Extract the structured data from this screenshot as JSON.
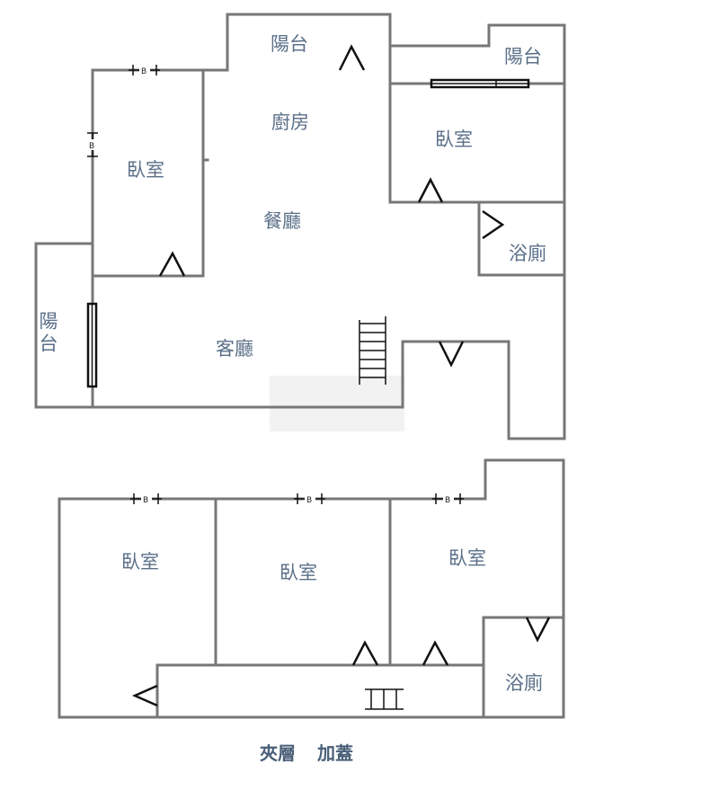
{
  "upper_floor": {
    "rooms": {
      "balcony_top": "陽台",
      "balcony_top_right": "陽台",
      "balcony_left": "陽台",
      "kitchen": "廚房",
      "dining": "餐廳",
      "living": "客廳",
      "bedroom_left": "臥室",
      "bedroom_right": "臥室",
      "bathroom": "浴廁"
    },
    "markers": [
      "B",
      "B"
    ]
  },
  "lower_floor": {
    "rooms": {
      "bedroom_1": "臥室",
      "bedroom_2": "臥室",
      "bedroom_3": "臥室",
      "bathroom": "浴廁"
    },
    "markers": [
      "B",
      "B",
      "B"
    ]
  },
  "caption": {
    "part1": "夾層",
    "part2": "加蓋"
  }
}
